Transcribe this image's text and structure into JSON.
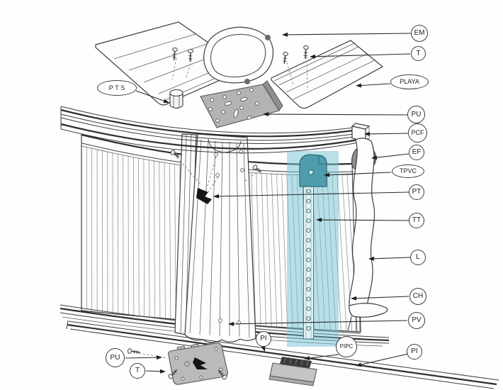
{
  "diagram": {
    "type": "exploded-parts-diagram",
    "subject": "Above-ground pool wall assembly",
    "colors": {
      "line": "#3c3c3c",
      "highlight": "#6fc2d2",
      "teal_part": "#4e9dad",
      "plate_gray": "#b9b9b9",
      "dark_joint": "#3a3a3a",
      "background": "#ffffff"
    },
    "labels": {
      "em": "EM",
      "t_top": "T",
      "playa": "PLAYA",
      "pu_top": "PU",
      "pcf": "PCF",
      "ef": "EF",
      "tpvc": "TPVC",
      "pt": "PT",
      "tt": "TT",
      "l": "L",
      "ch": "CH",
      "pv": "PV",
      "pi_right": "PI",
      "pts": "PTS",
      "pu_bottom": "PU",
      "t_bottom": "T",
      "pi_left": "PI",
      "pipc": "PIPC"
    }
  }
}
